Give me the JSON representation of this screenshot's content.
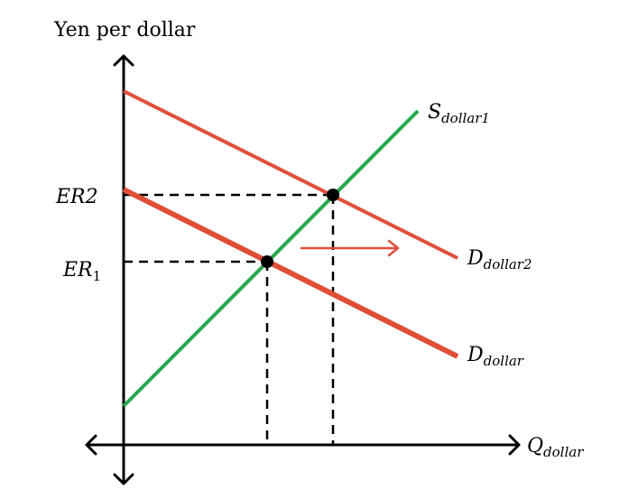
{
  "diagram": {
    "y_axis_title": "Yen per dollar",
    "x_axis": {
      "main": "Q",
      "sub": "dollar"
    },
    "supply": {
      "main": "S",
      "sub": "dollar1",
      "color": "#28a84f"
    },
    "demand_original": {
      "main": "D",
      "sub": "dollar",
      "color": "#e04e3a"
    },
    "demand_shifted": {
      "main": "D",
      "sub": "dollar2",
      "color": "#e04e3a"
    },
    "price_labels": {
      "er2": "ER2",
      "er1_main": "ER",
      "er1_sub": "1"
    },
    "shift_arrow_color": "#e04e3a",
    "guide_color": "#000000"
  }
}
